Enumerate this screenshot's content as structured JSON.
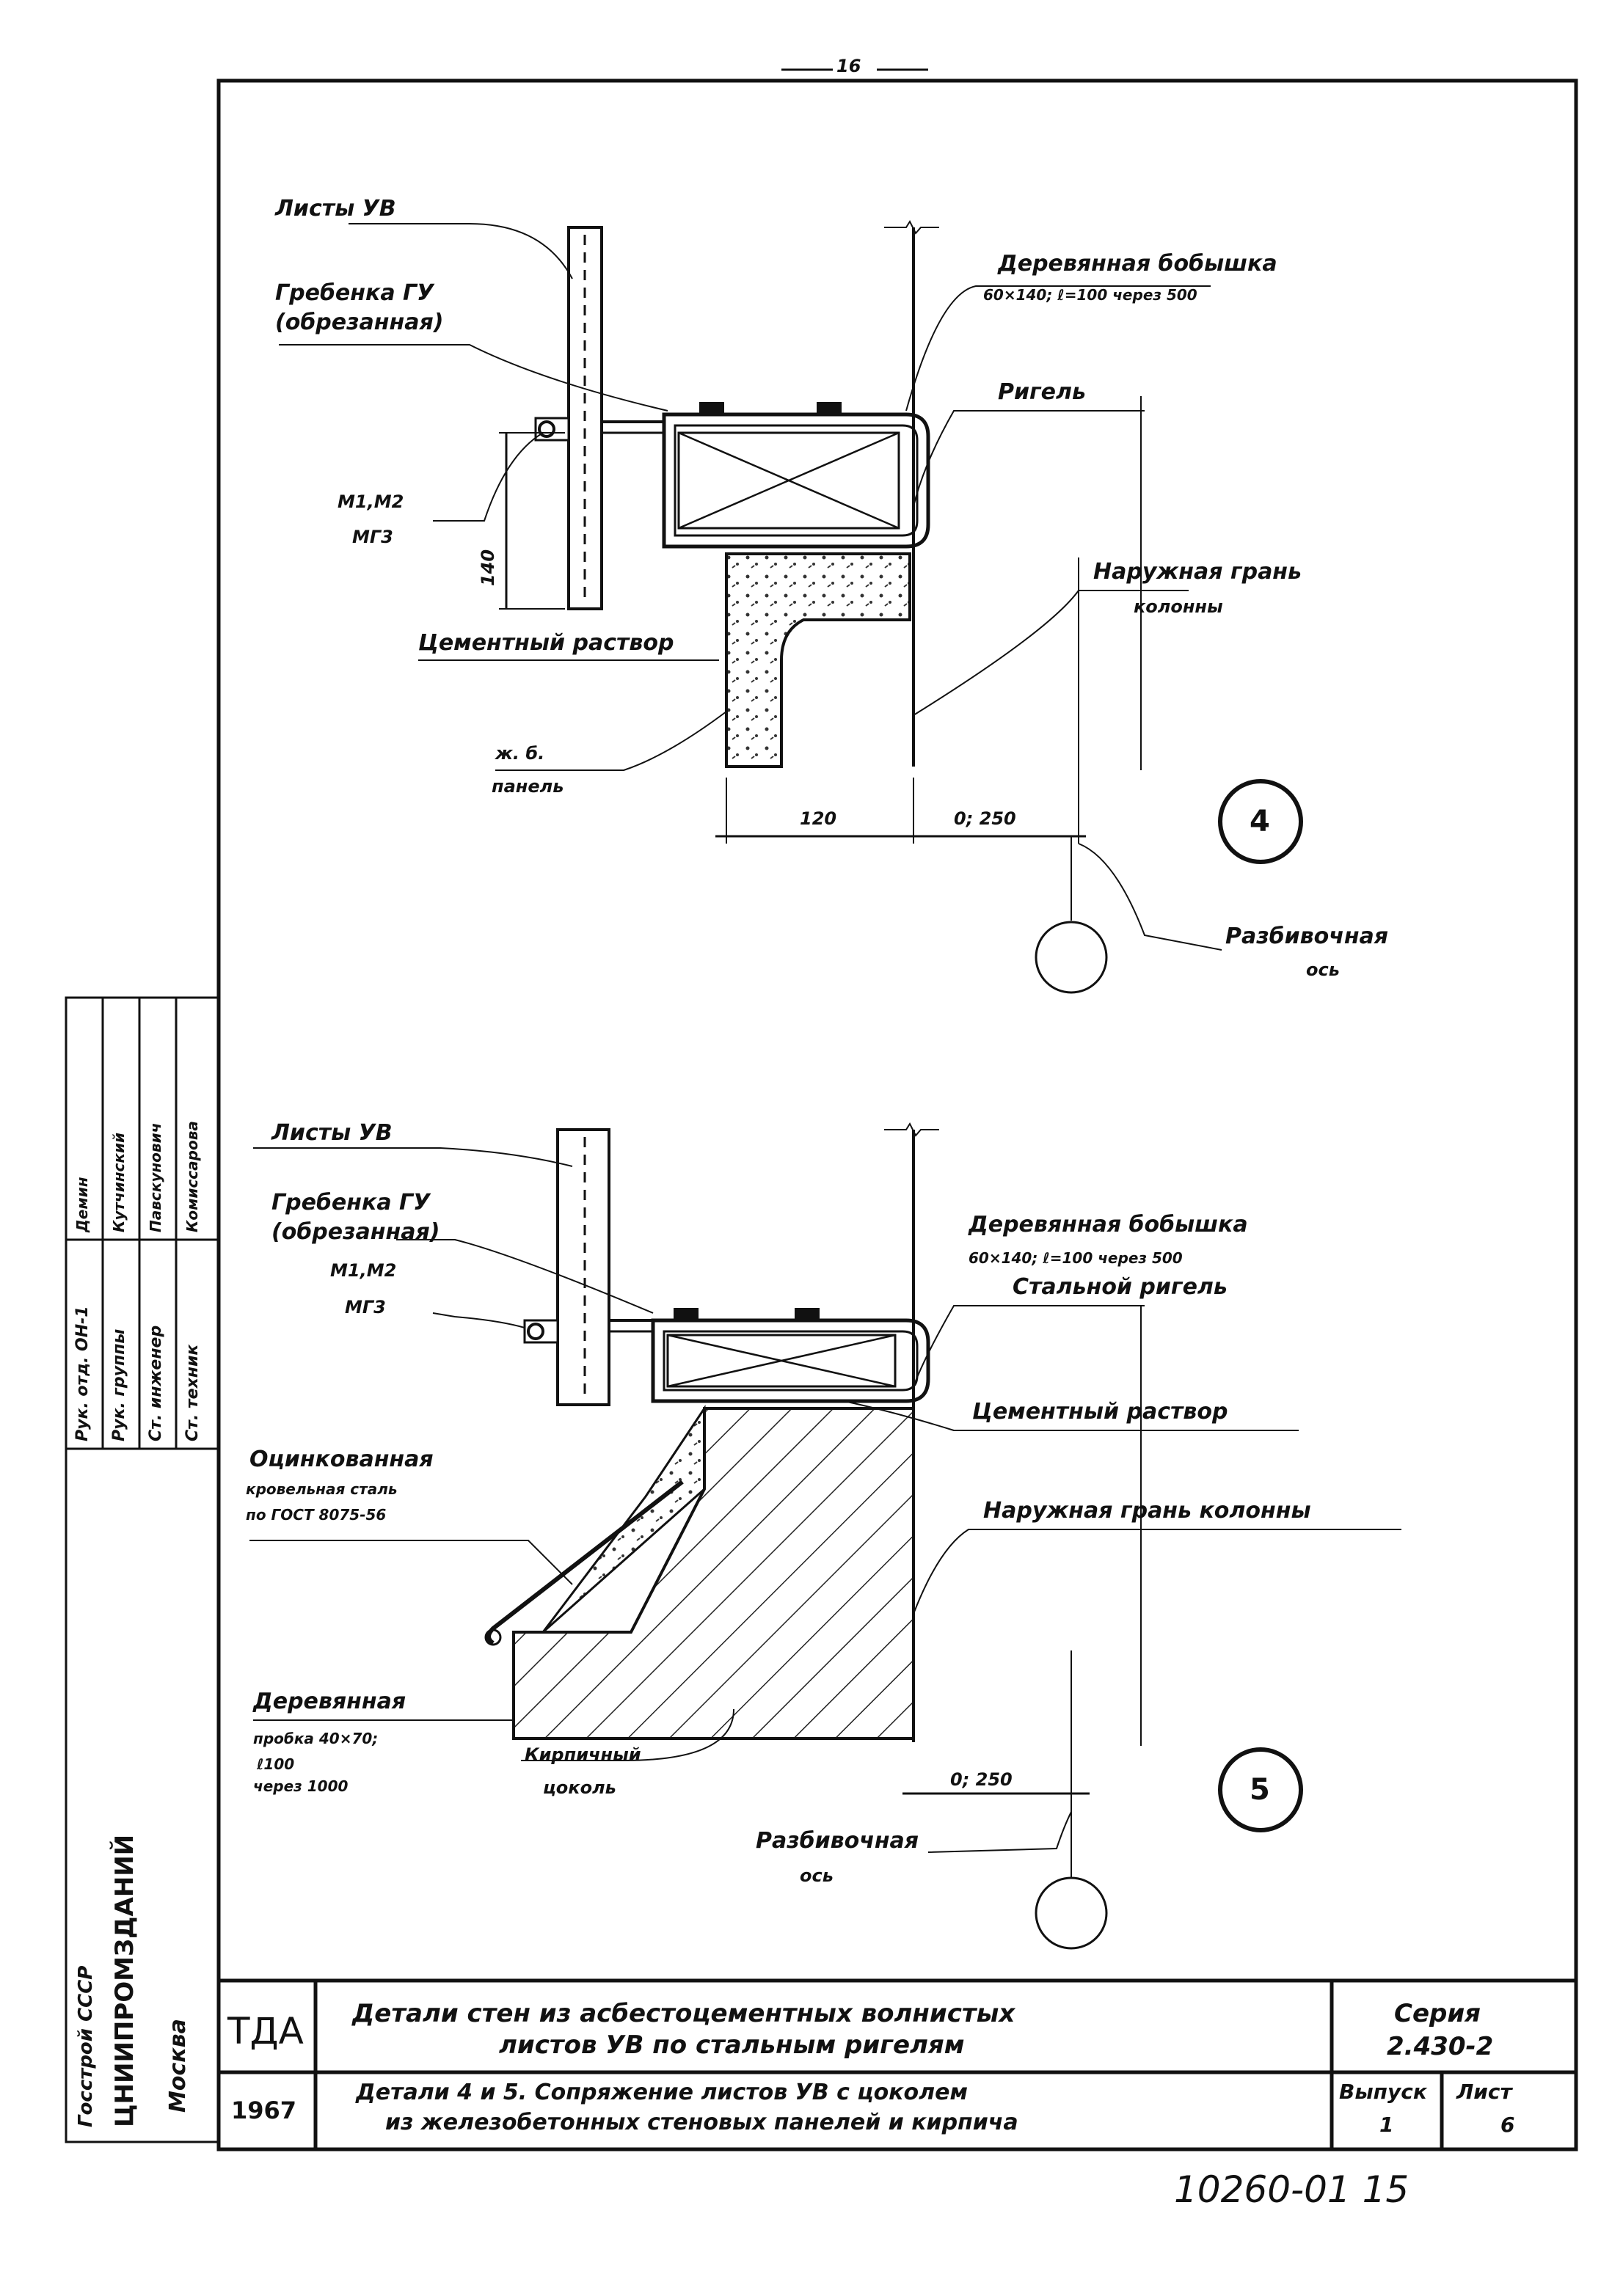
{
  "page_number": "16",
  "detail4": {
    "label_sheets": "Листы УВ",
    "label_comb_1": "Гребенка ГУ",
    "label_comb_2": "(обрезанная)",
    "label_bolts_1": "М1,М2",
    "label_bolts_2": "МГ3",
    "dim_height": "140",
    "label_mortar": "Цементный раствор",
    "label_panel_1": "ж. б.",
    "label_panel_2": "панель",
    "label_block_1": "Деревянная бобышка",
    "label_block_2": "60×140; ℓ=100 через 500",
    "label_beam": "Ригель",
    "label_face_1": "Наружная грань",
    "label_face_2": "колонны",
    "dim_120": "120",
    "dim_0_250": "0; 250",
    "label_axis_1": "Разбивочная",
    "label_axis_2": "ось",
    "marker": "4"
  },
  "detail5": {
    "label_sheets": "Листы УВ",
    "label_comb_1": "Гребенка ГУ",
    "label_comb_2": "(обрезанная)",
    "label_bolts_1": "М1,М2",
    "label_bolts_2": "МГ3",
    "label_block_1": "Деревянная бобышка",
    "label_block_2": "60×140; ℓ=100 через 500",
    "label_beam": "Стальной ригель",
    "label_mortar": "Цементный раствор",
    "label_face": "Наружная грань колонны",
    "label_galv_1": "Оцинкованная",
    "label_galv_2": "кровельная сталь",
    "label_galv_3": "по ГОСТ 8075-56",
    "label_plug_1": "Деревянная",
    "label_plug_2": "пробка 40×70;",
    "label_plug_3": "ℓ100",
    "label_plug_4": "через 1000",
    "label_brick_1": "Кирпичный",
    "label_brick_2": "цоколь",
    "dim_0_250": "0; 250",
    "label_axis_1": "Разбивочная",
    "label_axis_2": "ось",
    "marker": "5"
  },
  "side_stamp": {
    "org_1": "Госстрой СССР",
    "org_2": "ЦНИИПРОМЗДАНИЙ",
    "org_3": "Москва",
    "roles": [
      "Рук. отд. ОН-1",
      "Рук. группы",
      "Ст. инженер",
      "Ст. техник"
    ],
    "names": [
      "Демин",
      "Кутчинский",
      "Павскунович",
      "Комиссарова"
    ]
  },
  "title_block": {
    "tda": "ТДА",
    "year": "1967",
    "title_1": "Детали стен из асбестоцементных волнистых",
    "title_2": "листов УВ по стальным ригелям",
    "subtitle_1": "Детали 4 и 5. Сопряжение листов УВ с цоколем",
    "subtitle_2": "из железобетонных стеновых панелей и кирпича",
    "series_label": "Серия",
    "series_value": "2.430-2",
    "issue_label": "Выпуск",
    "issue_value": "1",
    "sheet_label": "Лист",
    "sheet_value": "6"
  },
  "footer_code": "10260-01 15"
}
